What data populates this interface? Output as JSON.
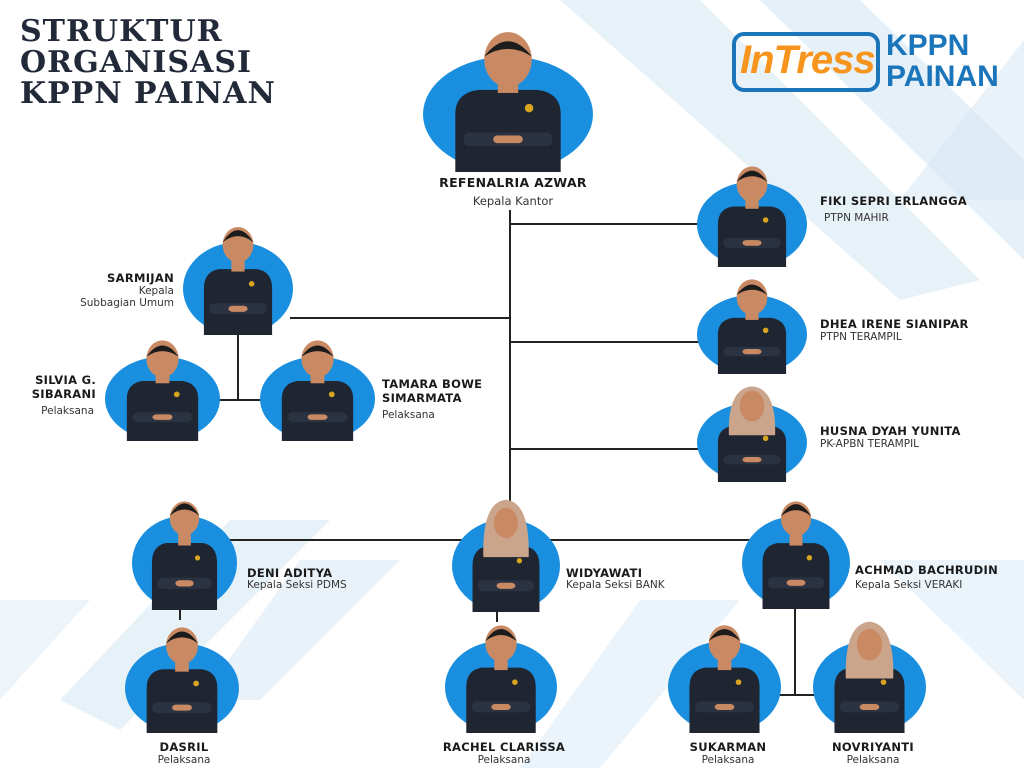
{
  "title_lines": [
    "STRUKTUR",
    "ORGANISASI",
    "KPPN PAINAN"
  ],
  "logo": {
    "wordmark": "InTress",
    "org_lines": [
      "KPPN",
      "PAINAN"
    ]
  },
  "colors": {
    "blob": "#1a8fe0",
    "shirt": "#1f2531",
    "skin": "#c98a63",
    "line": "#222222",
    "bg_shape": "#d3e6f3",
    "logo_blue": "#1b75bb",
    "logo_orange": "#f7941d"
  },
  "people": {
    "head": {
      "name": "REFENALRIA AZWAR",
      "role": "Kepala Kantor"
    },
    "fiki": {
      "name": "FIKI SEPRI ERLANGGA",
      "role": "PTPN MAHIR"
    },
    "dhea": {
      "name": "DHEA IRENE SIANIPAR",
      "role": "PTPN TERAMPIL"
    },
    "husna": {
      "name": "HUSNA DYAH YUNITA",
      "role": "PK-APBN TERAMPIL"
    },
    "sarmijan": {
      "name": "SARMIJAN",
      "role_lines": [
        "Kepala",
        "Subbagian Umum"
      ]
    },
    "silvia": {
      "name_lines": [
        "SILVIA G.",
        "SIBARANI"
      ],
      "role": "Pelaksana"
    },
    "tamara": {
      "name_lines": [
        "TAMARA BOWE",
        "SIMARMATA"
      ],
      "role": "Pelaksana"
    },
    "deni": {
      "name": "DENI ADITYA",
      "role": "Kepala Seksi PDMS"
    },
    "widyawati": {
      "name": "WIDYAWATI",
      "role": "Kepala Seksi BANK"
    },
    "achmad": {
      "name": "ACHMAD BACHRUDIN",
      "role": "Kepala Seksi VERAKI"
    },
    "dasril": {
      "name": "DASRIL",
      "role": "Pelaksana"
    },
    "rachel": {
      "name": "RACHEL CLARISSA",
      "role": "Pelaksana"
    },
    "sukarman": {
      "name": "SUKARMAN",
      "role": "Pelaksana"
    },
    "novriyanti": {
      "name": "NOVRIYANTI",
      "role": "Pelaksana"
    }
  }
}
